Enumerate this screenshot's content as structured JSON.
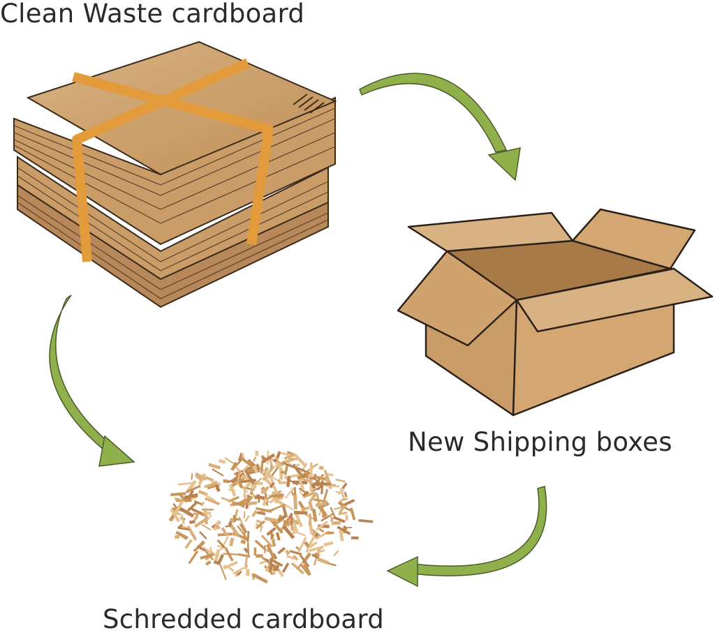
{
  "labels": {
    "source": "Clean Waste cardboard",
    "product": "New Shipping boxes",
    "shredded": "Schredded cardboard"
  },
  "colors": {
    "arrow": "#8fb04a",
    "cardboard": "#c9a06a",
    "strap": "#e39a3a",
    "text": "#2a2a2a"
  }
}
